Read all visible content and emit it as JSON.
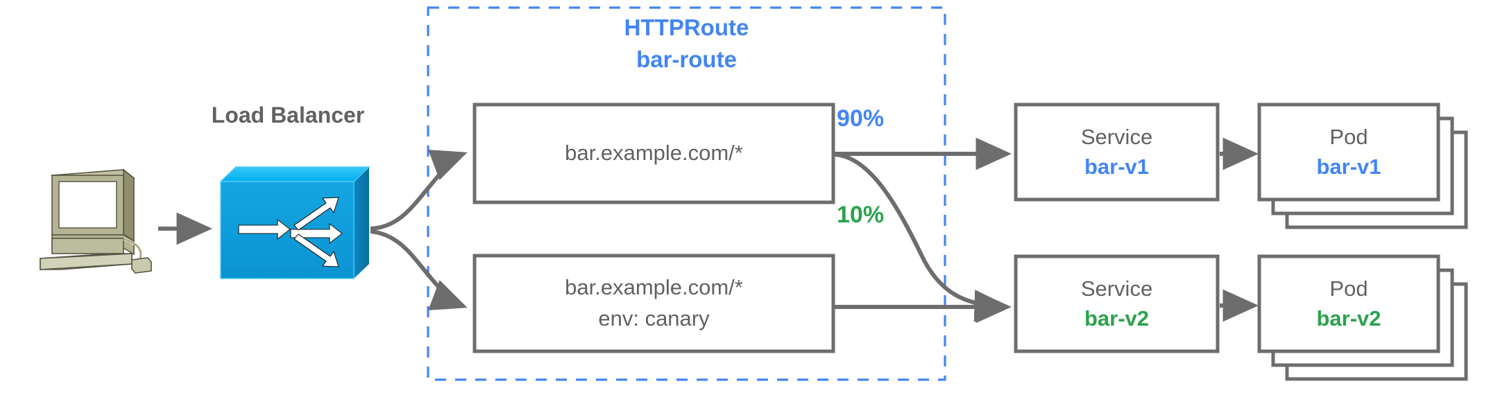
{
  "diagram": {
    "title": "Gateway API HTTPRoute traffic splitting diagram",
    "colors": {
      "blue": "#4285f4",
      "green": "#2ba24c",
      "gray": "#616161",
      "stroke": "#6d6d6d",
      "lb_blue": "#0a9ede",
      "lb_blue_top": "#00b2f0",
      "lb_blue_side": "#0c7fb5",
      "computer_body": "#a8a885",
      "computer_light": "#c6c6a8",
      "computer_dark": "#8a8a66"
    }
  },
  "client": {
    "icon": "workstation-icon",
    "label": ""
  },
  "load_balancer": {
    "label": "Load Balancer",
    "icon": "load-balancer-switch-icon"
  },
  "httproute": {
    "kind_label": "HTTPRoute",
    "name_label": "bar-route",
    "border_style": "dashed"
  },
  "rules": [
    {
      "id": "rule-primary",
      "lines": [
        "bar.example.com/*"
      ]
    },
    {
      "id": "rule-canary",
      "lines": [
        "bar.example.com/*",
        "env: canary"
      ]
    }
  ],
  "weights": [
    {
      "id": "weight-90",
      "label": "90%",
      "color": "#4285f4"
    },
    {
      "id": "weight-10",
      "label": "10%",
      "color": "#2ba24c"
    }
  ],
  "backends": [
    {
      "id": "backend-v1",
      "service": {
        "kind": "Service",
        "name": "bar-v1",
        "color": "#4285f4"
      },
      "pod": {
        "kind": "Pod",
        "name": "bar-v1",
        "color": "#4285f4",
        "replicas": 3
      }
    },
    {
      "id": "backend-v2",
      "service": {
        "kind": "Service",
        "name": "bar-v2",
        "color": "#2ba24c"
      },
      "pod": {
        "kind": "Pod",
        "name": "bar-v2",
        "color": "#2ba24c",
        "replicas": 3
      }
    }
  ]
}
